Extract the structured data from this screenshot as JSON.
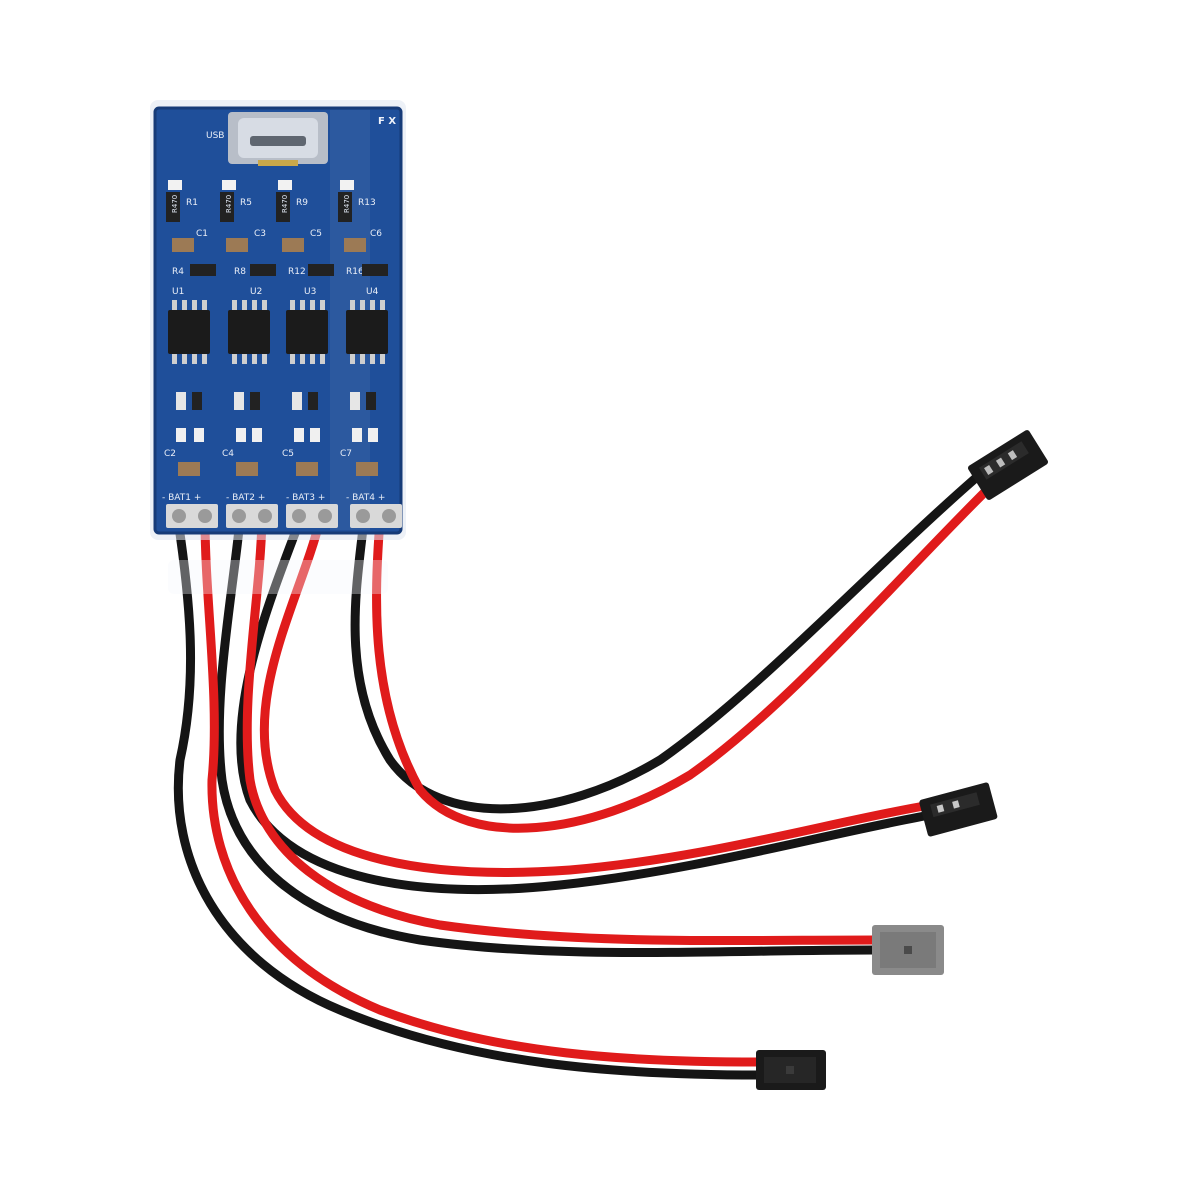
{
  "colors": {
    "pcb": "#1f4f9a",
    "pcb_dark": "#163b78",
    "wire_red": "#e01b1b",
    "wire_black": "#151515",
    "silkscreen": "#e9eef7",
    "terminal": "#d9d9d9",
    "connector_black": "#1a1a1a",
    "connector_gray": "#8a8a8a"
  },
  "board": {
    "usb_label": "USB",
    "corner_label": "F X",
    "resistor_labels": [
      "R1",
      "R5",
      "R9",
      "R13"
    ],
    "resistor_values": [
      "R470",
      "R470",
      "R470",
      "R470"
    ],
    "cap_labels": [
      "C1",
      "C3",
      "C5",
      "C6"
    ],
    "res_row_labels": [
      "R4",
      "R8",
      "R12",
      "R16"
    ],
    "ic_labels": [
      "U1",
      "U2",
      "U3",
      "U4"
    ],
    "cap_bottom_labels": [
      "C2",
      "C4",
      "C5",
      "C7"
    ],
    "battery_labels": [
      "- BAT1 +",
      "- BAT2 +",
      "- BAT3 +",
      "- BAT4 +"
    ]
  }
}
